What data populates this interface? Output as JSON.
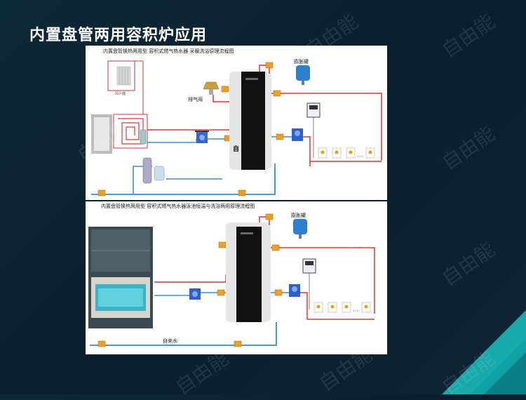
{
  "slide": {
    "title": "内置盘管两用容积炉应用"
  },
  "diagram1": {
    "title": "内置盘管换热两用型 容积式燃气热水器 采暖洗浴原理流程图",
    "expansion_tank_label": "膨胀罐",
    "air_vent_label": "排气阀",
    "radiator_label": "风户器",
    "tank_mark": "自"
  },
  "diagram2": {
    "title": "内置盘管换热两用型 容积式燃气热水器泳池恒温与洗浴两用原理流程图",
    "expansion_tank_label": "膨胀罐",
    "tap_water_label": "自来水"
  },
  "watermark": "自由能",
  "colors": {
    "hot_pipe": "#e53030",
    "cold_pipe": "#2d8fe0",
    "accent": "#19c2c2",
    "tank": "#111111"
  }
}
